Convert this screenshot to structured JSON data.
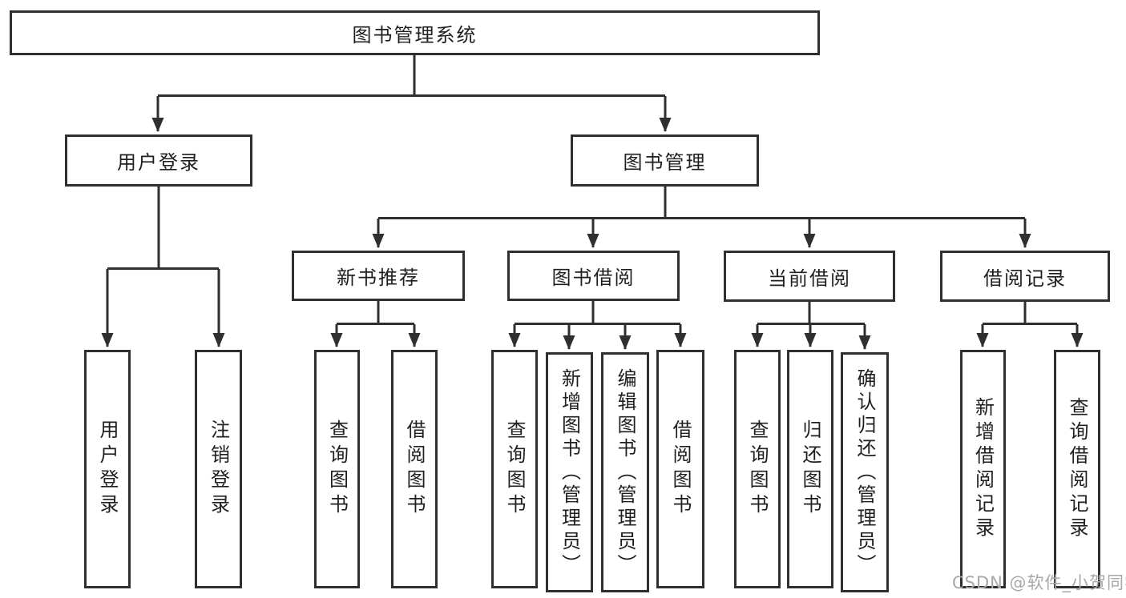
{
  "diagram": {
    "title": "图书管理系统",
    "branches": [
      {
        "label": "用户登录",
        "children": [
          {
            "label": "用户登录"
          },
          {
            "label": "注销登录"
          }
        ]
      },
      {
        "label": "图书管理",
        "groups": [
          {
            "label": "新书推荐",
            "children": [
              {
                "label": "查询图书"
              },
              {
                "label": "借阅图书"
              }
            ]
          },
          {
            "label": "图书借阅",
            "children": [
              {
                "label": "查询图书"
              },
              {
                "label": "新增图书（管理员）"
              },
              {
                "label": "编辑图书（管理员）"
              },
              {
                "label": "借阅图书"
              }
            ]
          },
          {
            "label": "当前借阅",
            "children": [
              {
                "label": "查询图书"
              },
              {
                "label": "归还图书"
              },
              {
                "label": "确认归还（管理员）"
              }
            ]
          },
          {
            "label": "借阅记录",
            "children": [
              {
                "label": "新增借阅记录"
              },
              {
                "label": "查询借阅记录"
              }
            ]
          }
        ]
      }
    ]
  },
  "watermark": {
    "text": "CSDN @软件_小贺同学",
    "color": "#a8a8a8"
  },
  "colors": {
    "line": "#2f2f2f",
    "border": "#2f2f2f",
    "text": "#1f1f1f",
    "background": "#ffffff"
  }
}
